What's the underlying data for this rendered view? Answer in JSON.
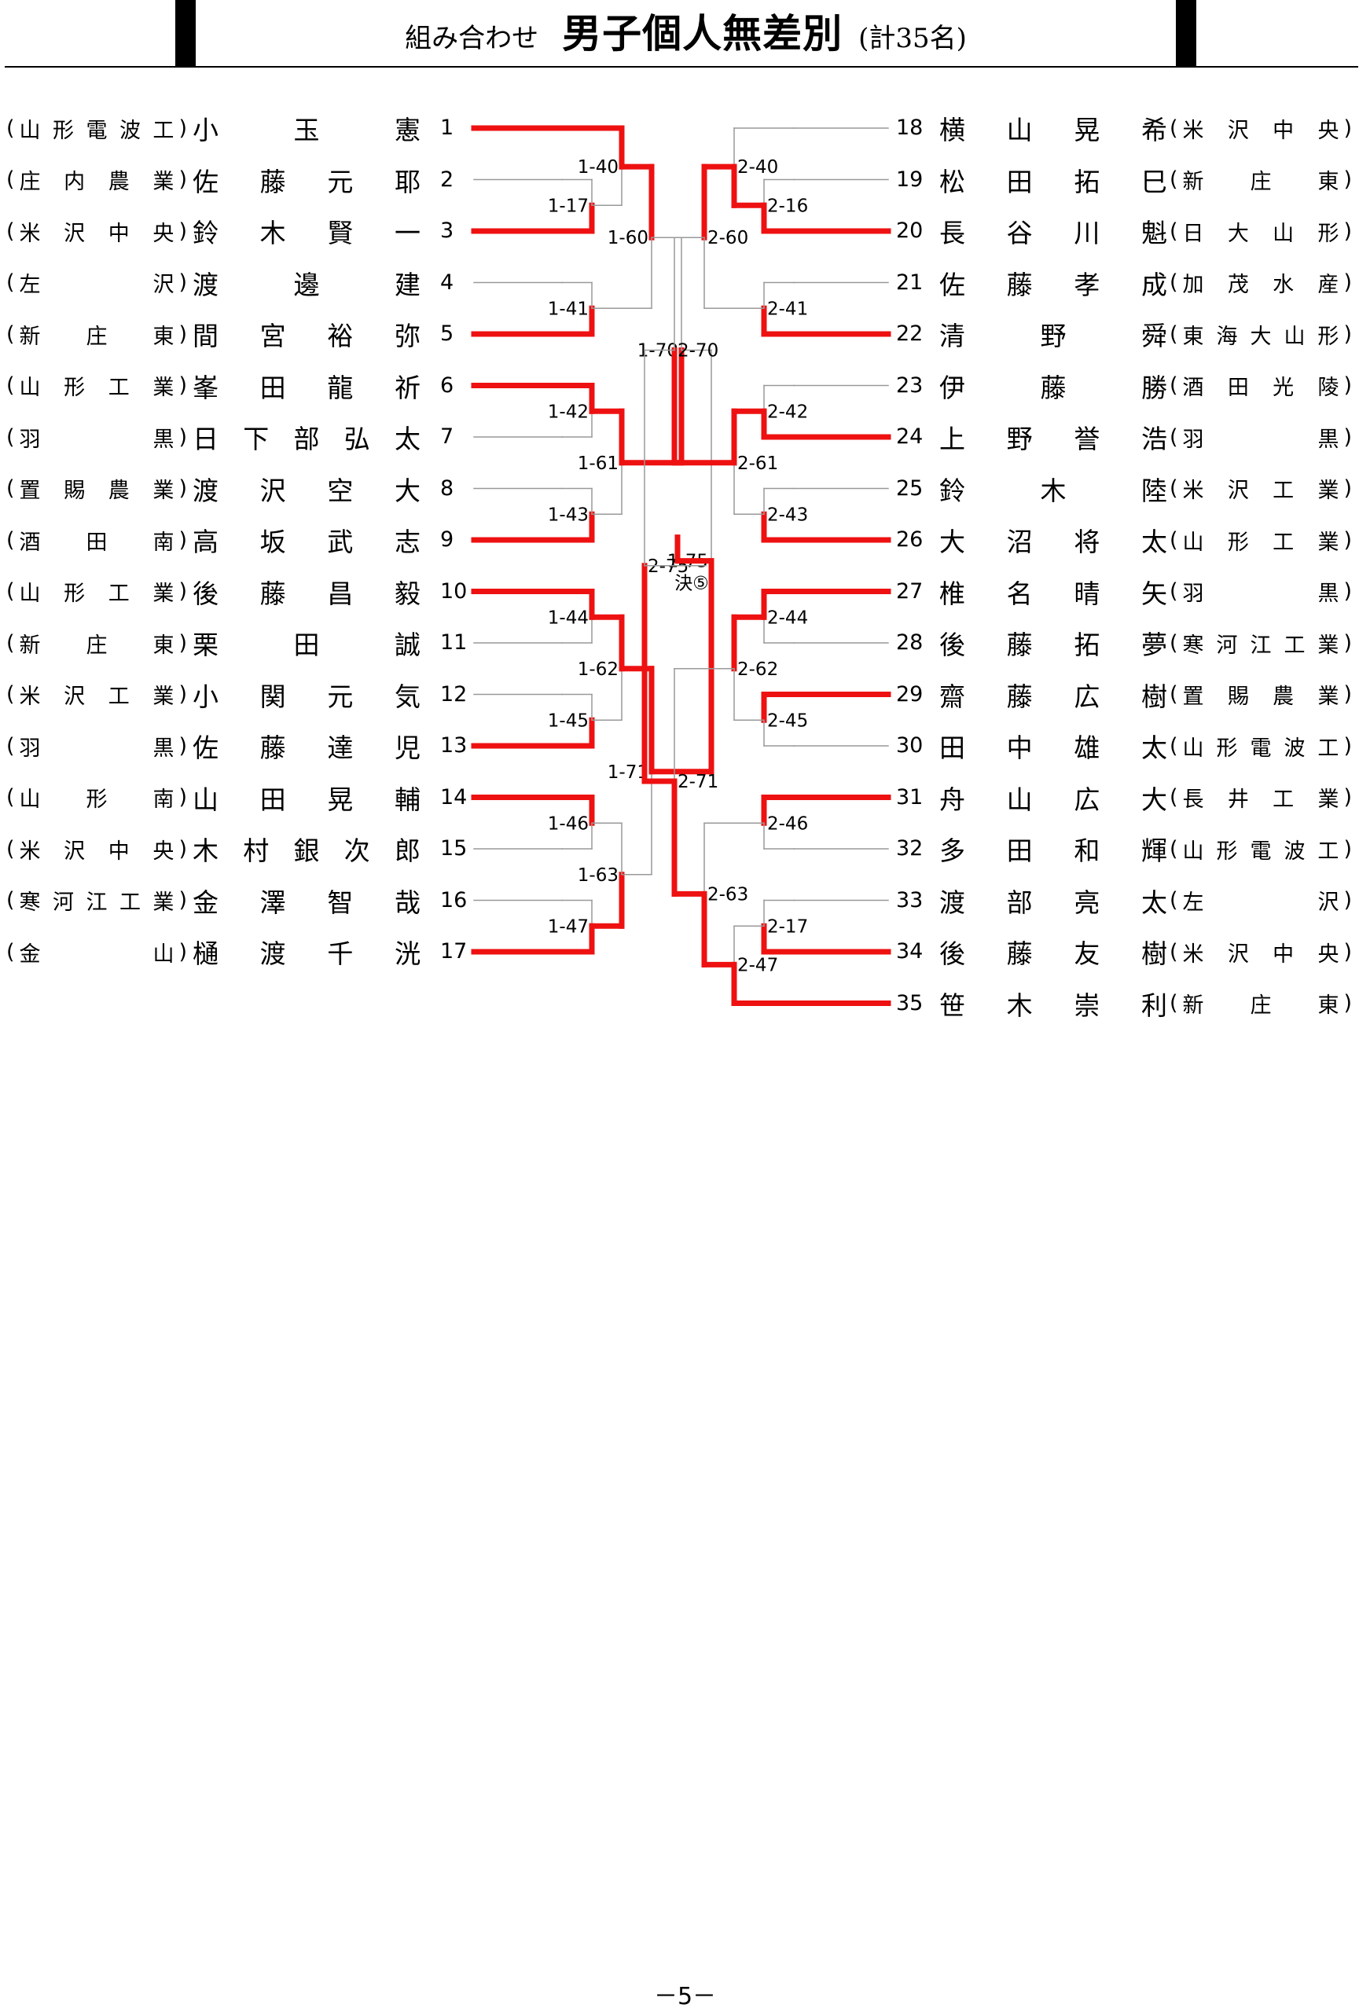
{
  "header": {
    "prefix": "組み合わせ",
    "title": "男子個人無差別",
    "count": "(計35名)"
  },
  "left_entries": [
    {
      "no": "1",
      "name": [
        "小",
        "玉",
        "憲"
      ],
      "school": [
        "山",
        "形",
        "電",
        "波",
        "工"
      ]
    },
    {
      "no": "2",
      "name": [
        "佐",
        "藤",
        "元",
        "耶"
      ],
      "school": [
        "庄",
        "内",
        "農",
        "業"
      ]
    },
    {
      "no": "3",
      "name": [
        "鈴",
        "木",
        "賢",
        "一"
      ],
      "school": [
        "米",
        "沢",
        "中",
        "央"
      ]
    },
    {
      "no": "4",
      "name": [
        "渡",
        "邊",
        "建"
      ],
      "school": [
        "左",
        "沢"
      ]
    },
    {
      "no": "5",
      "name": [
        "間",
        "宮",
        "裕",
        "弥"
      ],
      "school": [
        "新",
        "庄",
        "東"
      ]
    },
    {
      "no": "6",
      "name": [
        "峯",
        "田",
        "龍",
        "祈"
      ],
      "school": [
        "山",
        "形",
        "工",
        "業"
      ]
    },
    {
      "no": "7",
      "name": [
        "日",
        "下",
        "部",
        "弘",
        "太"
      ],
      "school": [
        "羽",
        "黒"
      ]
    },
    {
      "no": "8",
      "name": [
        "渡",
        "沢",
        "空",
        "大"
      ],
      "school": [
        "置",
        "賜",
        "農",
        "業"
      ]
    },
    {
      "no": "9",
      "name": [
        "高",
        "坂",
        "武",
        "志"
      ],
      "school": [
        "酒",
        "田",
        "南"
      ]
    },
    {
      "no": "10",
      "name": [
        "後",
        "藤",
        "昌",
        "毅"
      ],
      "school": [
        "山",
        "形",
        "工",
        "業"
      ]
    },
    {
      "no": "11",
      "name": [
        "栗",
        "田",
        "誠"
      ],
      "school": [
        "新",
        "庄",
        "東"
      ]
    },
    {
      "no": "12",
      "name": [
        "小",
        "関",
        "元",
        "気"
      ],
      "school": [
        "米",
        "沢",
        "工",
        "業"
      ]
    },
    {
      "no": "13",
      "name": [
        "佐",
        "藤",
        "達",
        "児"
      ],
      "school": [
        "羽",
        "黒"
      ]
    },
    {
      "no": "14",
      "name": [
        "山",
        "田",
        "晃",
        "輔"
      ],
      "school": [
        "山",
        "形",
        "南"
      ]
    },
    {
      "no": "15",
      "name": [
        "木",
        "村",
        "銀",
        "次",
        "郎"
      ],
      "school": [
        "米",
        "沢",
        "中",
        "央"
      ]
    },
    {
      "no": "16",
      "name": [
        "金",
        "澤",
        "智",
        "哉"
      ],
      "school": [
        "寒",
        "河",
        "江",
        "工",
        "業"
      ]
    },
    {
      "no": "17",
      "name": [
        "樋",
        "渡",
        "千",
        "洸"
      ],
      "school": [
        "金",
        "山"
      ]
    }
  ],
  "right_entries": [
    {
      "no": "18",
      "name": [
        "横",
        "山",
        "晃",
        "希"
      ],
      "school": [
        "米",
        "沢",
        "中",
        "央"
      ]
    },
    {
      "no": "19",
      "name": [
        "松",
        "田",
        "拓",
        "巳"
      ],
      "school": [
        "新",
        "庄",
        "東"
      ]
    },
    {
      "no": "20",
      "name": [
        "長",
        "谷",
        "川",
        "魁"
      ],
      "school": [
        "日",
        "大",
        "山",
        "形"
      ]
    },
    {
      "no": "21",
      "name": [
        "佐",
        "藤",
        "孝",
        "成"
      ],
      "school": [
        "加",
        "茂",
        "水",
        "産"
      ]
    },
    {
      "no": "22",
      "name": [
        "清",
        "野",
        "舜"
      ],
      "school": [
        "東",
        "海",
        "大",
        "山",
        "形"
      ]
    },
    {
      "no": "23",
      "name": [
        "伊",
        "藤",
        "勝"
      ],
      "school": [
        "酒",
        "田",
        "光",
        "陵"
      ]
    },
    {
      "no": "24",
      "name": [
        "上",
        "野",
        "誉",
        "浩"
      ],
      "school": [
        "羽",
        "黒"
      ]
    },
    {
      "no": "25",
      "name": [
        "鈴",
        "木",
        "陸"
      ],
      "school": [
        "米",
        "沢",
        "工",
        "業"
      ]
    },
    {
      "no": "26",
      "name": [
        "大",
        "沼",
        "将",
        "太"
      ],
      "school": [
        "山",
        "形",
        "工",
        "業"
      ]
    },
    {
      "no": "27",
      "name": [
        "椎",
        "名",
        "晴",
        "矢"
      ],
      "school": [
        "羽",
        "黒"
      ]
    },
    {
      "no": "28",
      "name": [
        "後",
        "藤",
        "拓",
        "夢"
      ],
      "school": [
        "寒",
        "河",
        "江",
        "工",
        "業"
      ]
    },
    {
      "no": "29",
      "name": [
        "齋",
        "藤",
        "広",
        "樹"
      ],
      "school": [
        "置",
        "賜",
        "農",
        "業"
      ]
    },
    {
      "no": "30",
      "name": [
        "田",
        "中",
        "雄",
        "太"
      ],
      "school": [
        "山",
        "形",
        "電",
        "波",
        "工"
      ]
    },
    {
      "no": "31",
      "name": [
        "舟",
        "山",
        "広",
        "大"
      ],
      "school": [
        "長",
        "井",
        "工",
        "業"
      ]
    },
    {
      "no": "32",
      "name": [
        "多",
        "田",
        "和",
        "輝"
      ],
      "school": [
        "山",
        "形",
        "電",
        "波",
        "工"
      ]
    },
    {
      "no": "33",
      "name": [
        "渡",
        "部",
        "亮",
        "太"
      ],
      "school": [
        "左",
        "沢"
      ]
    },
    {
      "no": "34",
      "name": [
        "後",
        "藤",
        "友",
        "樹"
      ],
      "school": [
        "米",
        "沢",
        "中",
        "央"
      ]
    },
    {
      "no": "35",
      "name": [
        "笹",
        "木",
        "崇",
        "利"
      ],
      "school": [
        "新",
        "庄",
        "東"
      ]
    }
  ],
  "left_matches": [
    {
      "id": "1-17",
      "a": 2,
      "b": 3,
      "winner": "b"
    },
    {
      "id": "1-40",
      "a": 1,
      "b": "1-17",
      "winner": "a"
    },
    {
      "id": "1-41",
      "a": 4,
      "b": 5,
      "winner": "b"
    },
    {
      "id": "1-42",
      "a": 6,
      "b": 7,
      "winner": "a"
    },
    {
      "id": "1-43",
      "a": 8,
      "b": 9,
      "winner": "b"
    },
    {
      "id": "1-44",
      "a": 10,
      "b": 11,
      "winner": "a"
    },
    {
      "id": "1-45",
      "a": 12,
      "b": 13,
      "winner": "b"
    },
    {
      "id": "1-46",
      "a": 14,
      "b": 15,
      "winner": "a"
    },
    {
      "id": "1-47",
      "a": 16,
      "b": 17,
      "winner": "b"
    },
    {
      "id": "1-60",
      "a": "1-40",
      "b": "1-41",
      "winner": "a"
    },
    {
      "id": "1-61",
      "a": "1-42",
      "b": "1-43",
      "winner": "a"
    },
    {
      "id": "1-62",
      "a": "1-44",
      "b": "1-45",
      "winner": "a"
    },
    {
      "id": "1-63",
      "a": "1-46",
      "b": "1-47",
      "winner": "b"
    },
    {
      "id": "1-70",
      "a": "1-60",
      "b": "1-61",
      "winner": "b"
    },
    {
      "id": "1-71",
      "a": "1-62",
      "b": "1-63",
      "winner": "a"
    },
    {
      "id": "1-75",
      "a": "1-70",
      "b": "1-71",
      "winner": "b"
    }
  ],
  "right_matches": [
    {
      "id": "2-16",
      "a": 19,
      "b": 20,
      "winner": "b"
    },
    {
      "id": "2-40",
      "a": 18,
      "b": "2-16",
      "winner": "b"
    },
    {
      "id": "2-41",
      "a": 21,
      "b": 22,
      "winner": "b"
    },
    {
      "id": "2-42",
      "a": 23,
      "b": 24,
      "winner": "b"
    },
    {
      "id": "2-43",
      "a": 25,
      "b": 26,
      "winner": "b"
    },
    {
      "id": "2-44",
      "a": 27,
      "b": 28,
      "winner": "a"
    },
    {
      "id": "2-45",
      "a": 29,
      "b": 30,
      "winner": "a"
    },
    {
      "id": "2-46",
      "a": 31,
      "b": 32,
      "winner": "a"
    },
    {
      "id": "2-17",
      "a": 33,
      "b": 34,
      "winner": "b"
    },
    {
      "id": "2-47",
      "a": "2-17",
      "b": 35,
      "winner": "b"
    },
    {
      "id": "2-60",
      "a": "2-40",
      "b": "2-41",
      "winner": "a"
    },
    {
      "id": "2-61",
      "a": "2-42",
      "b": "2-43",
      "winner": "a"
    },
    {
      "id": "2-62",
      "a": "2-44",
      "b": "2-45",
      "winner": "a"
    },
    {
      "id": "2-63",
      "a": "2-46",
      "b": "2-47",
      "winner": "b"
    },
    {
      "id": "2-70",
      "a": "2-60",
      "b": "2-61",
      "winner": "b"
    },
    {
      "id": "2-71",
      "a": "2-62",
      "b": "2-63",
      "winner": "b"
    },
    {
      "id": "2-75",
      "a": "2-70",
      "b": "2-71",
      "winner": "b"
    }
  ],
  "final": {
    "label": "決⑤",
    "winner_side": "left"
  },
  "colors": {
    "win": "#ee1111",
    "line": "#999999"
  },
  "page_number": "－5－"
}
